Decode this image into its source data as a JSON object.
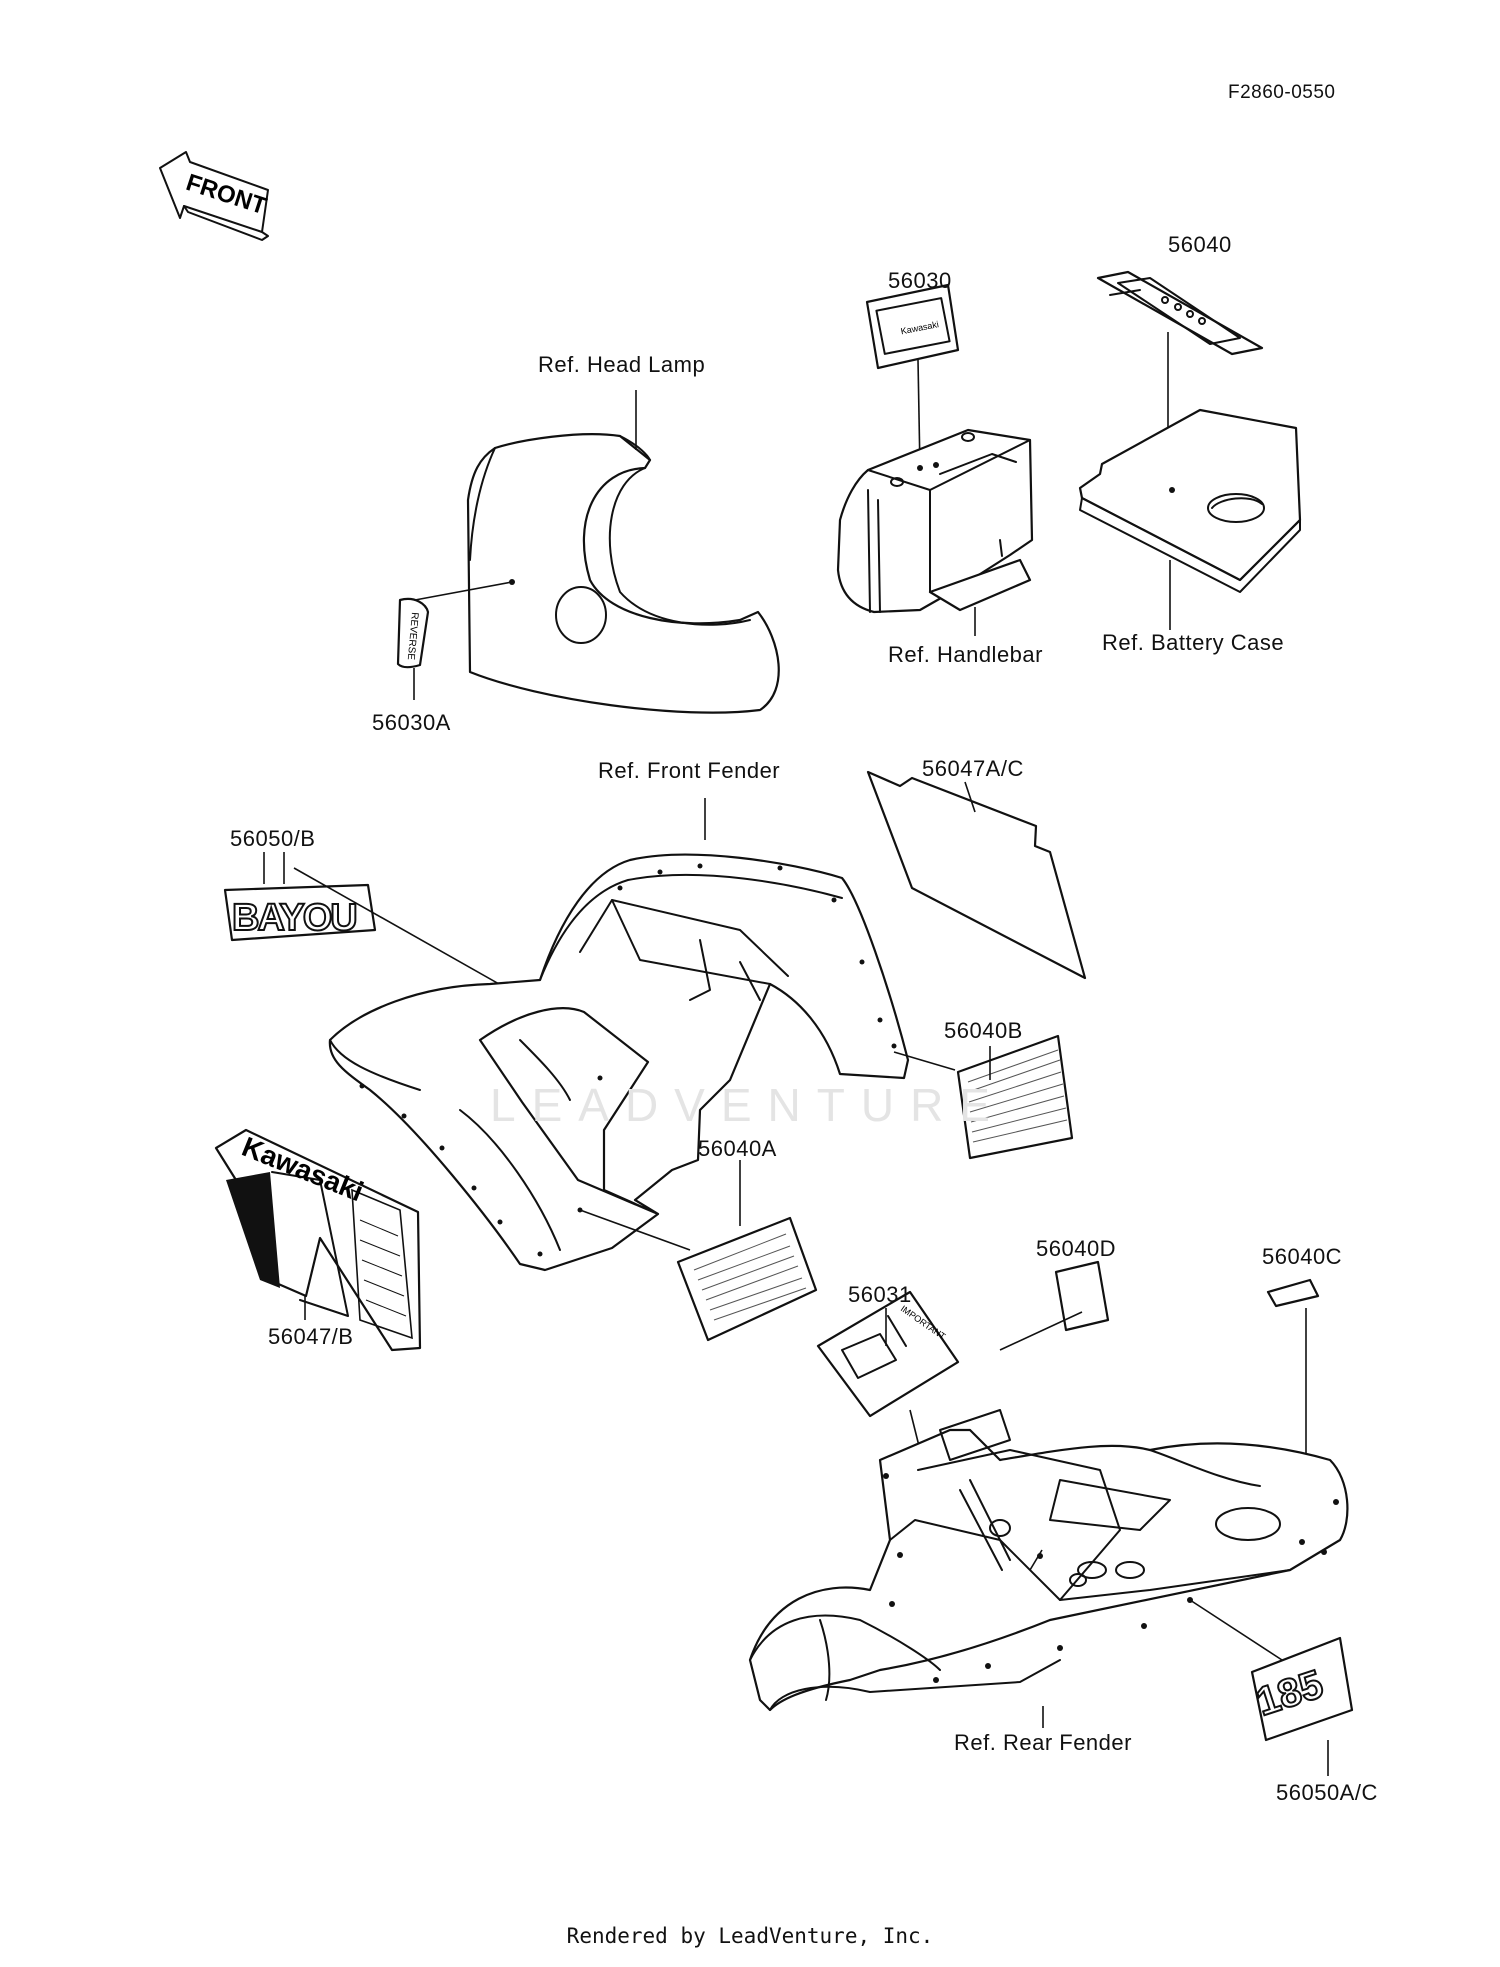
{
  "drawing_number": "F2860-0550",
  "direction_arrow": "FRONT",
  "watermark": "LEADVENTURE",
  "footer": "Rendered by LeadVenture, Inc.",
  "labels": {
    "head_lamp": "Ref. Head Lamp",
    "handlebar": "Ref. Handlebar",
    "battery_case": "Ref. Battery Case",
    "front_fender": "Ref. Front Fender",
    "rear_fender": "Ref. Rear Fender"
  },
  "part_numbers": {
    "p56030": "56030",
    "p56040": "56040",
    "p56030A": "56030A",
    "p56047AC": "56047A/C",
    "p56050B": "56050/B",
    "p56040B": "56040B",
    "p56040A": "56040A",
    "p56047B": "56047/B",
    "p56031": "56031",
    "p56040D": "56040D",
    "p56040C": "56040C",
    "p56050AC": "56050A/C"
  },
  "decal_text": {
    "bayou": "BAYOU",
    "kawasaki": "Kawasaki",
    "model_number": "185",
    "reverse": "REVERSE",
    "important": "IMPORTANT"
  }
}
